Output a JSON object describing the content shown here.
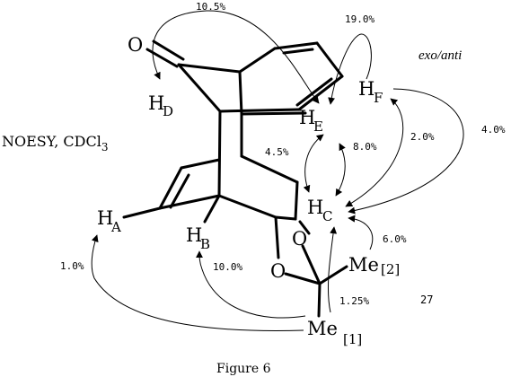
{
  "labels": {
    "oxygen_ketone": "O",
    "oxygen_ring1": "O",
    "oxygen_ring2": "O",
    "hd": {
      "main": "H",
      "sub": "D"
    },
    "he": {
      "main": "H",
      "sub": "E"
    },
    "hf": {
      "main": "H",
      "sub": "F"
    },
    "hc": {
      "main": "H",
      "sub": "C"
    },
    "ha": {
      "main": "H",
      "sub": "A"
    },
    "hb": {
      "main": "H",
      "sub": "B"
    },
    "me2": {
      "main": "Me",
      "tag": "[2]"
    },
    "me1": {
      "main": "Me",
      "tag": "[1]"
    }
  },
  "annotations": {
    "stereo": "exo/anti",
    "solvent": "NOESY, CDCl",
    "solvent_sub": "3",
    "compound_number": "27",
    "caption": "Figure 6"
  },
  "noe": {
    "d_to_e": "10.5%",
    "f_self": "19.0%",
    "e_to_c_a": "4.5%",
    "e_to_c_b": "8.0%",
    "f_to_c_a": "2.0%",
    "f_to_c_b": "4.0%",
    "me2_to_c": "6.0%",
    "me1_to_c": "1.25%",
    "me1_to_b": "10.0%",
    "me1_to_a": "1.0%"
  }
}
